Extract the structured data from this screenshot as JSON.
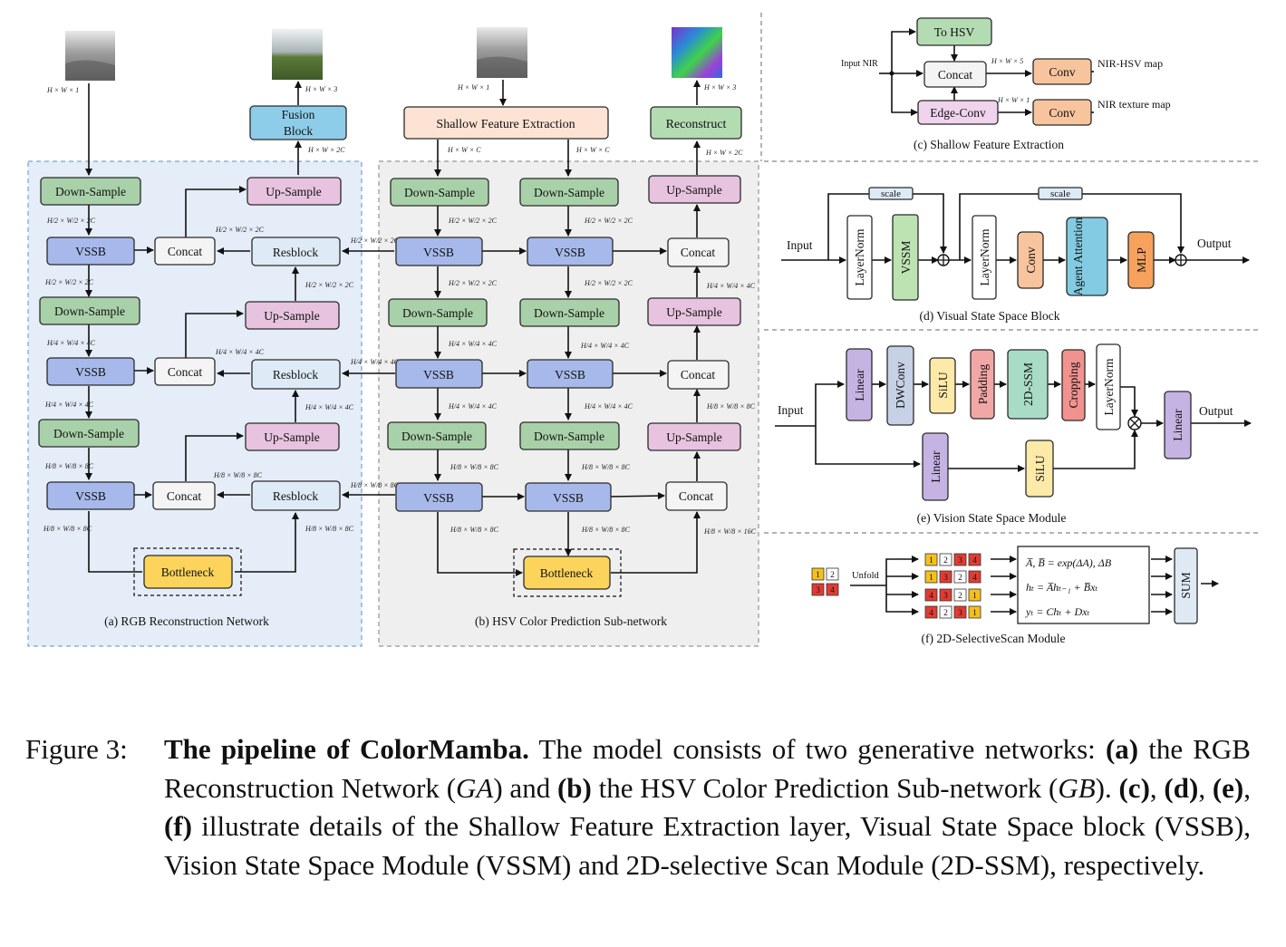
{
  "colors": {
    "down_sample": "#a9d1a9",
    "vssb": "#a7b9ea",
    "concat": "#f4f4f4",
    "resblock": "#deebf7",
    "up_sample": "#e7c3df",
    "bottleneck": "#fcd45c",
    "fusion": "#8ecdea",
    "shallow": "#fde3d3",
    "reconstruct": "#b3dcb3",
    "panel_a_bg": "#e4edf8",
    "panel_b_bg": "#efefef",
    "layernorm": "#ffffff",
    "vssm": "#bde3b3",
    "conv_orange": "#f7c49e",
    "agent": "#82cbe2",
    "mlp": "#f7a25c",
    "linear": "#c5b3e3",
    "dwconv": "#c6d1e6",
    "silu": "#fde9a8",
    "padding": "#f2a7a7",
    "ssm2d": "#a9dcc6",
    "cropping": "#f0928e",
    "sum": "#dfe9f4",
    "cell_yellow": "#f6c01c",
    "cell_red": "#e23b33",
    "cell_white": "#ffffff"
  },
  "panel_a": {
    "input_dim": "H × W × 1",
    "output_dim": "H × W × 3",
    "fusion_label": [
      "Fusion",
      "Block"
    ],
    "fusion_dim": "H × W × 2C",
    "down_sample": "Down-Sample",
    "vssb": "VSSB",
    "concat": "Concat",
    "resblock": "Resblock",
    "up_sample": "Up-Sample",
    "bottleneck": "Bottleneck",
    "caption": "(a) RGB Reconstruction Network",
    "dims": [
      "H/2 × W/2 × 2C",
      "H/4 × W/4 × 4C",
      "H/8 × W/8 × 8C"
    ]
  },
  "panel_b": {
    "input_dim": "H × W × 1",
    "output_dim": "H × W × 3",
    "shallow": "Shallow Feature Extraction",
    "reconstruct": "Reconstruct",
    "c_dim": "H × W × C",
    "two_c_dim": "H × W × 2C",
    "down_sample": "Down-Sample",
    "vssb": "VSSB",
    "concat": "Concat",
    "up_sample": "Up-Sample",
    "bottleneck": "Bottleneck",
    "caption": "(b) HSV Color Prediction Sub-network",
    "dims": [
      "H/2 × W/2 × 2C",
      "H/4 × W/4 × 4C",
      "H/8 × W/8 × 8C",
      "H/8 × W/8 × 16C"
    ]
  },
  "panel_c": {
    "input": "Input NIR",
    "to_hsv": "To HSV",
    "concat": "Concat",
    "conv": "Conv",
    "edge_conv": "Edge-Conv",
    "dim5": "H × W × 5",
    "dim1": "H × W × 1",
    "out1": "NIR-HSV map",
    "out2": "NIR texture map",
    "caption": "(c) Shallow Feature Extraction"
  },
  "panel_d": {
    "input": "Input",
    "output": "Output",
    "scale": "scale",
    "layernorm": "LayerNorm",
    "vssm": "VSSM",
    "conv": "Conv",
    "agent": "Agent Attention",
    "mlp": "MLP",
    "caption": "(d) Visual State Space Block"
  },
  "panel_e": {
    "input": "Input",
    "output": "Output",
    "linear": "Linear",
    "dwconv": "DWConv",
    "silu": "SiLU",
    "padding": "Padding",
    "ssm": "2D-SSM",
    "cropping": "Cropping",
    "layernorm": "LayerNorm",
    "caption": "(e) Vision State Space Module"
  },
  "panel_f": {
    "unfold": "Unfold",
    "grid_top": [
      "1",
      "2"
    ],
    "grid_bottom": [
      "3",
      "4"
    ],
    "rows": [
      [
        "1",
        "2",
        "3",
        "4"
      ],
      [
        "1",
        "3",
        "2",
        "4"
      ],
      [
        "4",
        "3",
        "2",
        "1"
      ],
      [
        "4",
        "2",
        "3",
        "1"
      ]
    ],
    "eq1": "A̅, B̅ = exp(ΔA), ΔB",
    "eq2": "hₜ = A̅hₜ₋₁ + B̅xₜ",
    "eq3": "yₜ = Chₜ + Dxₜ",
    "sum": "SUM",
    "caption": "(f) 2D-SelectiveScan Module"
  },
  "caption": {
    "label": "Figure 3:",
    "title": "The pipeline of ColorMamba.",
    "s1": " The model consists of two generative networks: ",
    "a": "(a)",
    "s2": " the RGB Reconstruction Network (",
    "ga": "GA",
    "s3": ") and ",
    "b": "(b)",
    "s4": " the HSV Color Prediction Sub-network (",
    "gb": "GB",
    "s5": ").  ",
    "c": "(c)",
    "s6": ", ",
    "d": "(d)",
    "s7": ", ",
    "e": "(e)",
    "s8": ", ",
    "f": "(f)",
    "s9": " illustrate details of the Shallow Feature Extraction layer, Visual State Space block (VSSB), Vision State Space Module (VSSM) and 2D-selective Scan Module (2D-SSM), respectively."
  }
}
